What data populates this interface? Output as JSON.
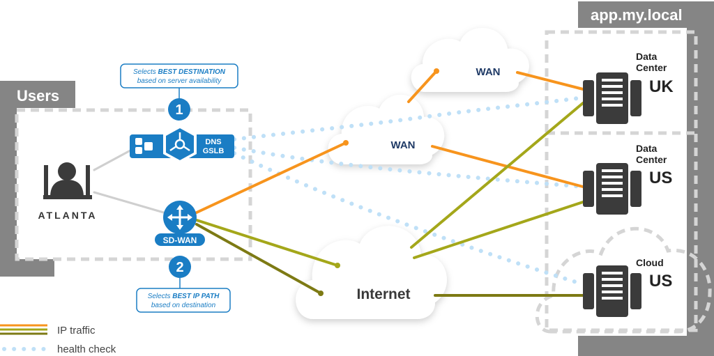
{
  "app_label": "app.my.local",
  "users_label": "Users",
  "user_location": "ATLANTA",
  "dns_label_line1": "DNS",
  "dns_label_line2": "GSLB",
  "sdwan_label": "SD-WAN",
  "callout1": {
    "number": "1",
    "prefix": "Selects ",
    "emphasis": "BEST DESTINATION",
    "line2": "based on server availability"
  },
  "callout2": {
    "number": "2",
    "prefix": "Selects ",
    "emphasis": "BEST IP PATH",
    "line2": "based on destination"
  },
  "clouds": {
    "wan_top": "WAN",
    "wan_mid": "WAN",
    "internet": "Internet"
  },
  "sites": {
    "uk": {
      "line1": "Data",
      "line2": "Center",
      "region": "UK"
    },
    "us": {
      "line1": "Data",
      "line2": "Center",
      "region": "US"
    },
    "cloud": {
      "line1": "Cloud",
      "region": "US"
    }
  },
  "legend": {
    "ip_traffic": "IP traffic",
    "health_check": "health check"
  },
  "colors": {
    "orange": "#f7941d",
    "olive": "#a4a71a",
    "dark_olive": "#7d7a14",
    "blue": "#1a7dc4",
    "dot_blue": "#bfe0f7",
    "navy": "#1f3a66",
    "gray_frame": "#858585",
    "dash_gray": "#d5d5d5",
    "icon_dark": "#3b3b3b"
  }
}
